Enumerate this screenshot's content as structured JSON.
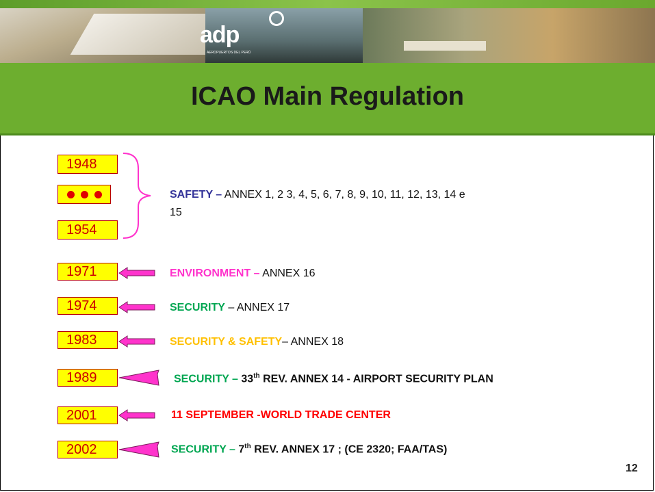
{
  "header": {
    "logo_text": "adp",
    "logo_subtext": "AEROPUERTOS DEL PERÚ"
  },
  "title": "ICAO Main Regulation",
  "years": {
    "y1948": "1948",
    "y1954": "1954",
    "y1971": "1971",
    "y1974": "1974",
    "y1983": "1983",
    "y1989": "1989",
    "y2001": "2001",
    "y2002": "2002"
  },
  "rows": {
    "safety": {
      "label": "SAFETY –",
      "text_line1": " ANNEX 1, 2 3, 4, 5, 6, 7, 8, 9, 10, 11, 12, 13, 14 e",
      "text_line2": "15"
    },
    "environment": {
      "label": "ENVIRONMENT –",
      "text": " ANNEX 16"
    },
    "security1974": {
      "label": "SECURITY",
      "text": " –  ANNEX  17"
    },
    "security_safety": {
      "label": "SECURITY  & SAFETY",
      "text": "– ANNEX 18"
    },
    "security1989": {
      "label": "SECURITY –",
      "num": " 33",
      "sup": "th",
      "text": " REV. ANNEX 14 - AIRPORT SECURITY PLAN"
    },
    "sept11": {
      "text": "11 SEPTEMBER -WORLD TRADE CENTER"
    },
    "security2002": {
      "label": "SECURITY –",
      "num": " 7",
      "sup": "th",
      "text": " REV. ANNEX 17 ; (CE 2320; FAA/TAS)"
    }
  },
  "colors": {
    "safety": "#333399",
    "environment": "#ff33cc",
    "security": "#00a651",
    "security_safety": "#ffc000",
    "sept11": "#ff0000",
    "title_bar": "#6dae2f",
    "arrow": "#ff33cc"
  },
  "page_number": "12"
}
